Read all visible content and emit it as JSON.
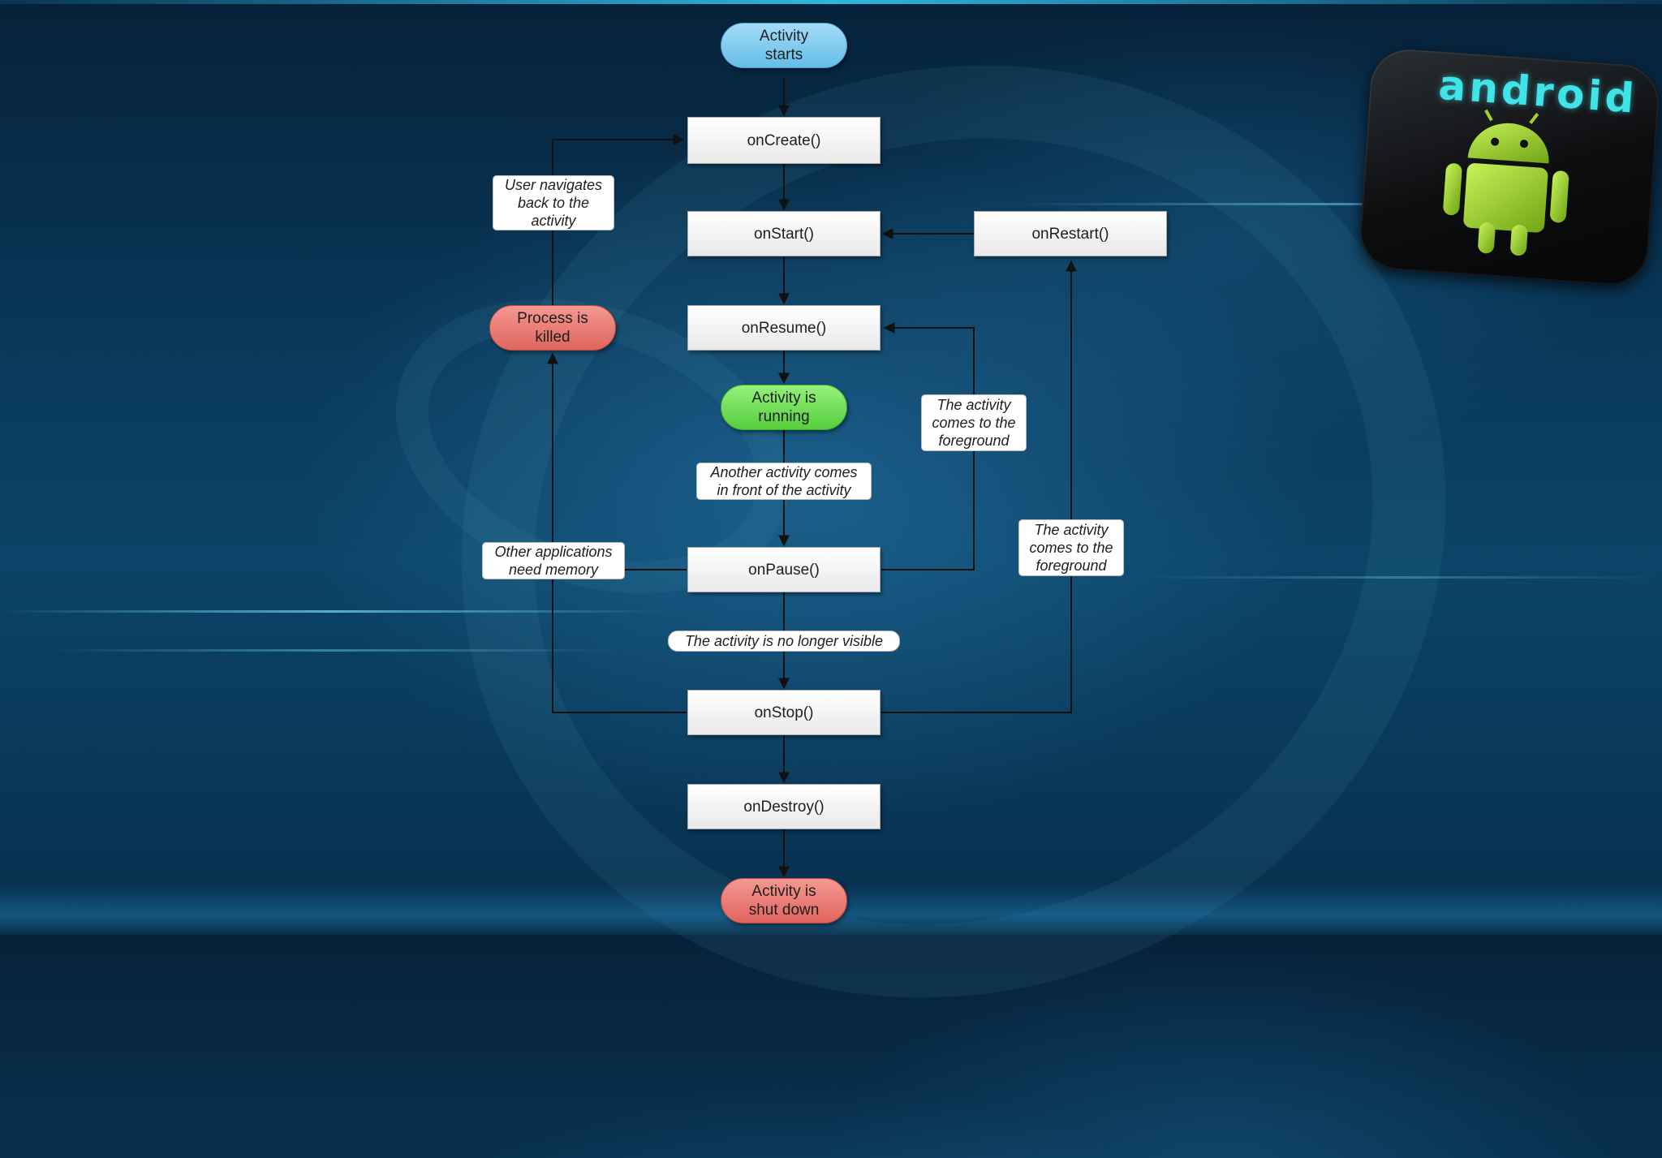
{
  "diagram": {
    "nodes": {
      "activity_starts": "Activity\nstarts",
      "on_create": "onCreate()",
      "on_start": "onStart()",
      "on_restart": "onRestart()",
      "on_resume": "onResume()",
      "activity_running": "Activity is\nrunning",
      "on_pause": "onPause()",
      "on_stop": "onStop()",
      "on_destroy": "onDestroy()",
      "process_killed": "Process is\nkilled",
      "activity_shut_down": "Activity is\nshut down"
    },
    "edge_labels": {
      "user_navigates_back": "User navigates\nback to the\nactivity",
      "foreground_to_resume": "The activity\ncomes to the\nforeground",
      "another_activity_front": "Another activity comes\nin front of the activity",
      "other_apps_need_memory": "Other applications\nneed memory",
      "foreground_to_restart": "The activity\ncomes to the\nforeground",
      "no_longer_visible": "The activity is no longer visible"
    }
  },
  "logo": {
    "text": "android",
    "icon": "android-robot-icon",
    "accent_color": "#3fe3e8",
    "robot_color": "#9fd12a"
  },
  "colors": {
    "start_node": "#66bde8",
    "running_node": "#55cf3d",
    "end_node": "#e0655e",
    "connector": "#111111"
  }
}
